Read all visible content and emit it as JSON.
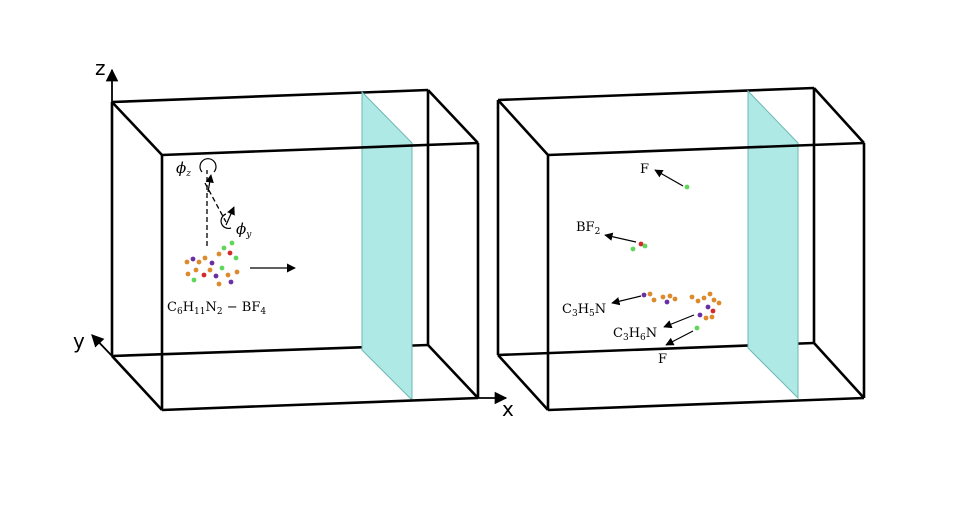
{
  "axes": {
    "x": "x",
    "y": "y",
    "z": "z"
  },
  "left_panel": {
    "rotation_z": {
      "symbol": "ϕ",
      "sub": "z"
    },
    "rotation_y": {
      "symbol": "ϕ",
      "sub": "y"
    },
    "molecule": {
      "c": "C",
      "c_n": "6",
      "h": "H",
      "h_n": "11",
      "n": "N",
      "n_n": "2",
      "sep": " − ",
      "bf": "BF",
      "bf_n": "4"
    }
  },
  "right_panel": {
    "f_top": "F",
    "bf2": {
      "base": "BF",
      "sub": "2"
    },
    "c3h5n": {
      "c": "C",
      "c_n": "3",
      "h": "H",
      "h_n": "5",
      "n": "N"
    },
    "c3h6n": {
      "c": "C",
      "c_n": "3",
      "h": "H",
      "h_n": "6",
      "n": "N"
    },
    "f_bottom": "F"
  },
  "colors": {
    "edge": "#000000",
    "plane_fill": "#aee9e6",
    "plane_stroke": "#6fb7b3",
    "atom_orange": "#dd8a2c",
    "atom_purple": "#6a2fa3",
    "atom_green": "#5fd65a",
    "atom_red": "#d22a2a"
  }
}
